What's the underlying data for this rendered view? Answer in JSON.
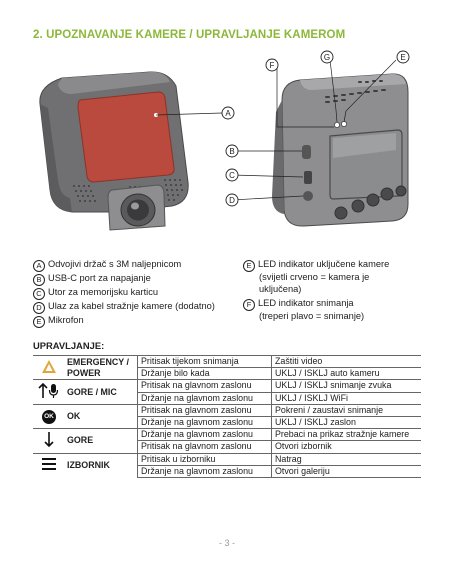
{
  "title": "2. UPOZNAVANJE KAMERE / UPRAVLJANJE KAMEROM",
  "callouts": [
    "A",
    "B",
    "C",
    "D",
    "E",
    "F",
    "G"
  ],
  "legend_left": [
    {
      "badge": "A",
      "text": "Odvojivi držač s 3M naljepnicom"
    },
    {
      "badge": "B",
      "text": "USB-C port za napajanje"
    },
    {
      "badge": "C",
      "text": "Utor za memorijsku karticu"
    },
    {
      "badge": "D",
      "text": "Ulaz za kabel stražnje kamere (dodatno)"
    },
    {
      "badge": "E",
      "text": "Mikrofon"
    }
  ],
  "legend_right": [
    {
      "badge": "E",
      "line1": "LED indikator uključene kamere",
      "line2": "(svijetli crveno = kamera je",
      "line3": "uključena)"
    },
    {
      "badge": "F",
      "line1": "LED indikator snimanja",
      "line2": "(treperi plavo = snimanje)"
    }
  ],
  "controls_title": "UPRAVLJANJE:",
  "controls": [
    {
      "icon": "warning-triangle-icon",
      "name": "EMERGENCY / POWER",
      "rows": [
        {
          "action": "Pritisak tijekom snimanja",
          "function": "Zaštiti video"
        },
        {
          "action": "Držanje bilo kada",
          "function": "UKLJ / ISKLJ auto kameru"
        }
      ]
    },
    {
      "icon": "up-mic-icon",
      "name": "GORE / MIC",
      "rows": [
        {
          "action": "Pritisak na glavnom zaslonu",
          "function": "UKLJ / ISKLJ snimanje zvuka"
        },
        {
          "action": "Držanje na glavnom zaslonu",
          "function": "UKLJ / ISKLJ WiFi"
        }
      ]
    },
    {
      "icon": "ok-icon",
      "icon_text": "OK",
      "name": "OK",
      "rows": [
        {
          "action": "Pritisak na glavnom zaslonu",
          "function": "Pokreni / zaustavi snimanje"
        },
        {
          "action": "Držanje na glavnom zaslonu",
          "function": "UKLJ / ISKLJ zaslon"
        }
      ]
    },
    {
      "icon": "down-arrow-icon",
      "name": "GORE",
      "rows": [
        {
          "action": "Držanje na glavnom zaslonu",
          "function": "Prebaci na prikaz stražnje kamere"
        },
        {
          "action": "Pritisak na glavnom zaslonu",
          "function": "Otvori izbornik"
        }
      ]
    },
    {
      "icon": "menu-icon",
      "name": "IZBORNIK",
      "rows": [
        {
          "action": "Pritisak u izborniku",
          "function": "Natrag"
        },
        {
          "action": "Držanje na glavnom zaslonu",
          "function": "Otvori galeriju"
        }
      ]
    }
  ],
  "page_number": "- 3 -",
  "colors": {
    "accent": "#8bb83a",
    "body_dark": "#6e6e70",
    "body_mid": "#9a9a9c",
    "lens_red": "#b94a3d",
    "screen": "#8a8c8e"
  }
}
